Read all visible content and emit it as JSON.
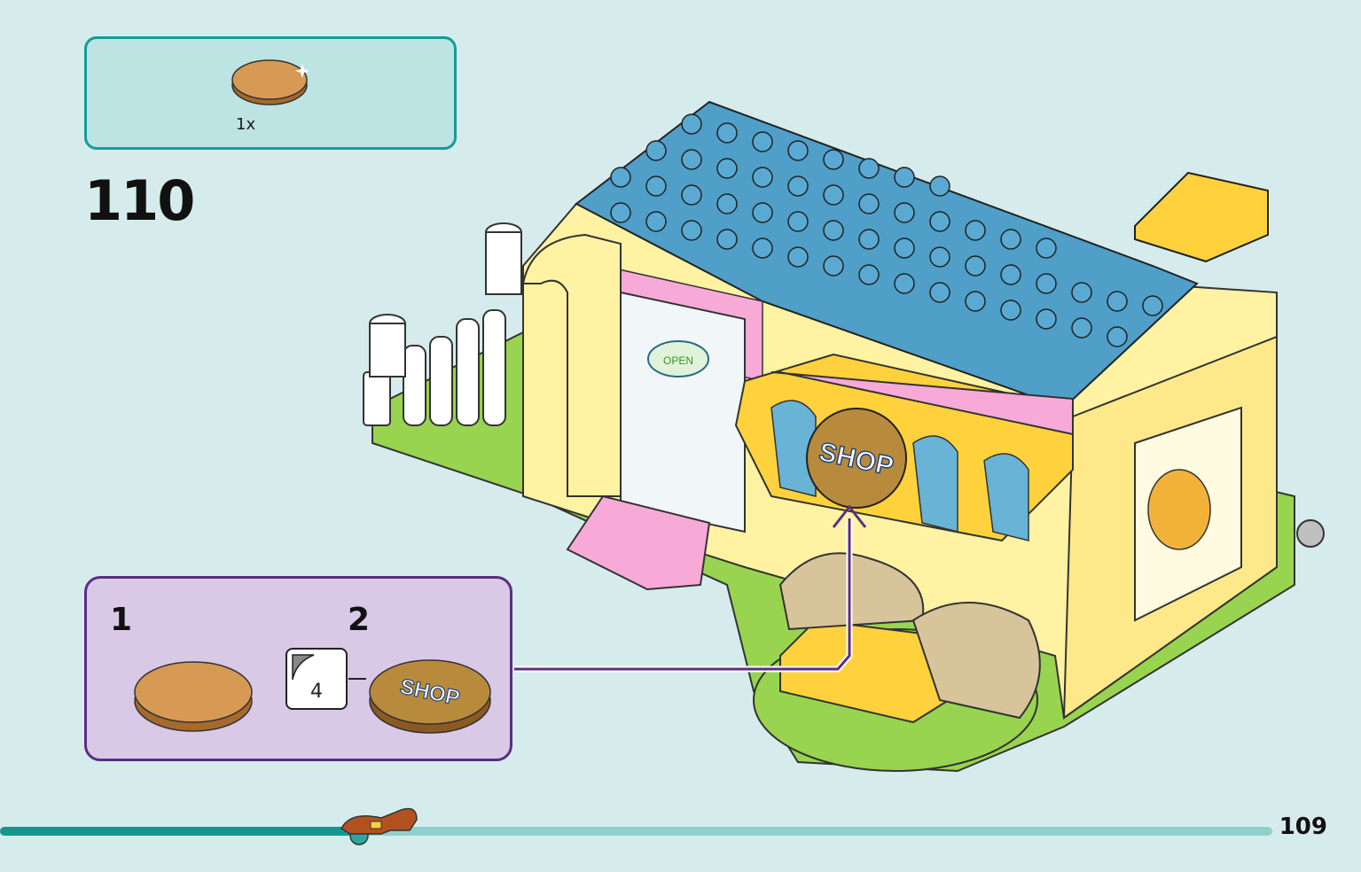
{
  "parts_list": {
    "quantity": "1x"
  },
  "step": {
    "number": "110"
  },
  "substeps": [
    {
      "label": "1"
    },
    {
      "label": "2"
    }
  ],
  "sticker": {
    "sheet_number": "4"
  },
  "shop_sign_text": "SHOP",
  "door_sign_text": "OPEN",
  "page": {
    "number": "109"
  },
  "colors": {
    "background": "#d6ecec",
    "parts_box_border": "#159c96",
    "callout_border": "#5b2e83",
    "tile_gold": "#d69a55",
    "roof_blue": "#4f9fc8"
  }
}
